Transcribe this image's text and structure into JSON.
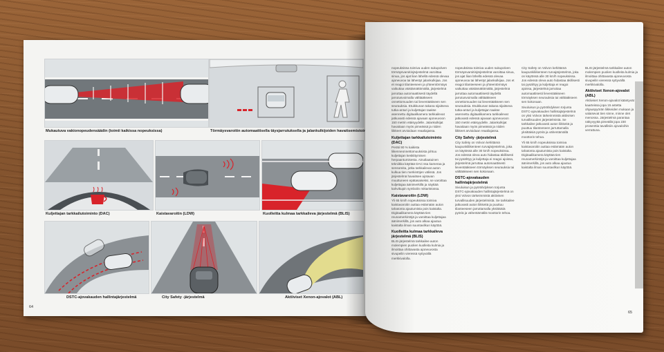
{
  "left_page": {
    "page_number": "64",
    "captions": {
      "acc": "Mukautuva vakionopeudensäädin (toimii kaikissa nopeuksissa)",
      "collision": "Törmäysvaroitin automaattisella täysjarrutuksella ja jalankulkijoiden havaitsemistoiminnolla",
      "dac": "Kuljettajan tarkkailutoiminto (DAC)",
      "ldw": "Kaistavaroitin (LDW)",
      "blis": "Kuolleitta kulmaa tarkkaileva järjestelmä (BLIS)",
      "dstc": "DSTC-ajovakauden hallintajärjestelmä",
      "city": "City Safety -järjestelmä",
      "abl": "Aktiiviset Xenon-ajovalot (ABL)"
    }
  },
  "right_page": {
    "page_number": "65",
    "columns": [
      {
        "heading": "",
        "body": "nopeuksissa toimiva uuden sukupolven törmäysvaroitinjärjestelmä varoittaa sinua, jos ajat liian lähellä edessä olevaa ajoneuvoa tai lähestyt jalankulkijaa. Jos et reagoi tilanteeseen ja yhteentörmäys vaikuttaa väistämättömältä, järjestelmä jarruttaa automaattisesti täydellä jarrutusvoimalla välttääkseen onnettomuuden tai lieventääkseen sen seurauksia. Etuikkunan takana sijaitseva tutka-anturi ja kuljettajan taakse asennettu digitaalikamera tarkkailevat jatkuvasti edessä ajavaan ajoneuvoon 150 metrin etäisyydelle. Jalankulkijat havaitaan myös pimeässä ja niiden liikkeet arvioidaan reaaliajassa."
      },
      {
        "heading": "Kuljettajan tarkkailutoiminto (DAC)",
        "body": "Peräti 90 % kaikista liikenneonnettomuuksista johtuu kuljettajan keskittymisen herpaantumisesta. Ainutlaatuinen tekniikka käyttää DAC:ssa kameraa ja sensoreita, jotka tarkkailevat auton kulkua tien merkintöjen välissä. Jos järjestelmä havaitsee ajotavan muuttuneen epätasaiseksi, se varoittaa kuljettajaa äänimerkillä ja näyttää kahvikupin symbolin mittaristossa."
      },
      {
        "heading": "Kaistavaroitin (LDW)",
        "body": "Yli 65 km/h nopeuksissa toimiva kaistavaroitin auttaa estämään auton tahatonta ajautumista pois kaistalta. Digitaalikamera käyttää tien reunamerkintöjä ja varoittaa kuljettajaa äänimerkillä, jos auto alkaa ajautua kaistalta ilman suuntavilkun käyttöä."
      },
      {
        "heading": "Kuolleitta kulmaa tarkkaileva järjestelmä (BLIS)",
        "body": "BLIS-järjestelmä tarkkailee auton molempien puolien kuolleita kulmia ja ilmoittaa ohittavasta ajoneuvosta sivupeilin vieressä syttyvällä merkkivalolla."
      },
      {
        "heading": "City Safety -järjestelmä",
        "body": "City Safety on Volvon kehittämä kaupunkiliikenteen turvajärjestelmä, joka on käytössä alle 30 km/h nopeuksissa. Jos edessä oleva auto hidastaa äkillisesti tai pysähtyy ja kuljettaja ei reagoi ajoissa, järjestelmä jarruttaa automaattisesti lieventääkseen törmäyksen seurauksia tai välttääkseen sen kokonaan."
      },
      {
        "heading": "DSTC-ajovakauden hallintajärjestelmä",
        "body": "Sivuluisun ja pyörähdyksen torjunta DSTC-ajovakauden hallintajärjestelmä on yksi Volvon tärkeimmistä aktiivisen turvallisuuden järjestelmistä. Se tarkkailee jatkuvasti auton liikkeitä ja puuttuu tilanteeseen jarruttamalla yksittäisiä pyöriä ja vähentämällä moottorin tehoa."
      },
      {
        "heading": "Aktiiviset Xenon-ajovalot (ABL)",
        "body": "Aktiiviset Xenon-ajovalot kääntyvät kaarteissa jopa 15 astetta ohjauspyörän liikkeiden mukaan ja valaisevat tien sinne, minne olet menossa. Järjestelmä parantaa näkyvyyttä pimeällä jopa 230 prosenttia tavallisiin ajovaloihin verrattuna."
      }
    ]
  },
  "colors": {
    "accent_red": "#d8232a",
    "road_gray": "#6f7478",
    "headlight_yellow": "#efe890"
  }
}
